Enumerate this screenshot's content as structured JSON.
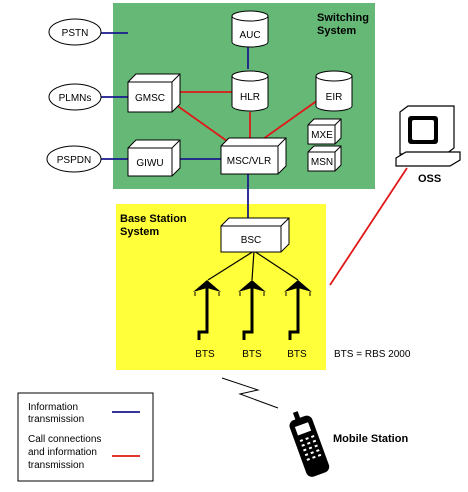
{
  "switching_system": {
    "title_line1": "Switching",
    "title_line2": "System",
    "fill_color": "#66b877"
  },
  "base_station_system": {
    "title_line1": "Base Station",
    "title_line2": "System",
    "fill_color": "#ffff3a"
  },
  "external_networks": {
    "pstn": "PSTN",
    "plmns": "PLMNs",
    "pspdn": "PSPDN"
  },
  "nodes": {
    "auc": "AUC",
    "hlr": "HLR",
    "eir": "EIR",
    "gmsc": "GMSC",
    "giwu": "GIWU",
    "msc_vlr": "MSC/VLR",
    "mxe": "MXE",
    "msn": "MSN",
    "bsc": "BSC",
    "oss": "OSS"
  },
  "bts_labels": [
    "BTS",
    "BTS",
    "BTS"
  ],
  "bts_note": "BTS = RBS 2000",
  "mobile_station": "Mobile Station",
  "legend": {
    "info_line1": "Information",
    "info_line2": "transmission",
    "call_line1": "Call connections",
    "call_line2": "and information",
    "call_line3": "transmission",
    "info_color": "#1a1a8c",
    "call_color": "#e01818"
  }
}
